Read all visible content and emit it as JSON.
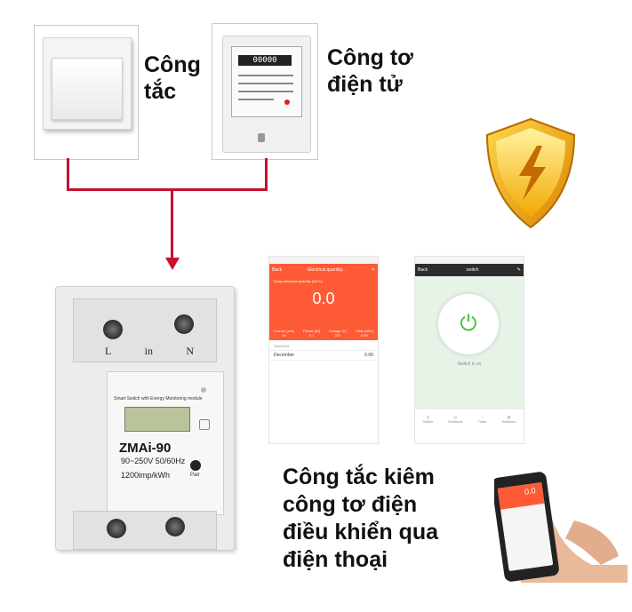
{
  "labels": {
    "switch": [
      "Công",
      "tắc"
    ],
    "meter": [
      "Công tơ",
      "điện tử"
    ],
    "main": [
      "Công tắc kiêm",
      "công tơ điện",
      "điều khiển qua",
      "điện thoại"
    ]
  },
  "device": {
    "model": "ZMAi-90",
    "voltage": "90~250V 50/60Hz",
    "impulse": "1200imp/kWh",
    "header": "Smart Switch with Energy Monitoring module",
    "terminals": [
      "L",
      "in",
      "N"
    ],
    "pair_label": "Pair"
  },
  "app_energy": {
    "back": "Back",
    "title": "Electrical quantity...",
    "subtitle": "Today electrical quantity (kW·h)",
    "value": "0.0",
    "stats": [
      {
        "label": "Current (mA)",
        "value": "44"
      },
      {
        "label": "Power (W)",
        "value": "0.1"
      },
      {
        "label": "Voltage (V)",
        "value": "221"
      },
      {
        "label": "Total (kWh)",
        "value": "0.00"
      }
    ],
    "year": "Year2018",
    "month": "December",
    "month_value": "0.00"
  },
  "app_switch": {
    "back": "Back",
    "title": "switch",
    "status": "Switch is on",
    "tabs": [
      "Switch",
      "Schedule",
      "Timer",
      "Statistics"
    ]
  },
  "hand_phone": {
    "value": "0.0"
  },
  "colors": {
    "accent": "#ff5a36",
    "wire": "#c8102e",
    "shield_gold": "#f0a500",
    "navbar": "#2d2d2d"
  }
}
